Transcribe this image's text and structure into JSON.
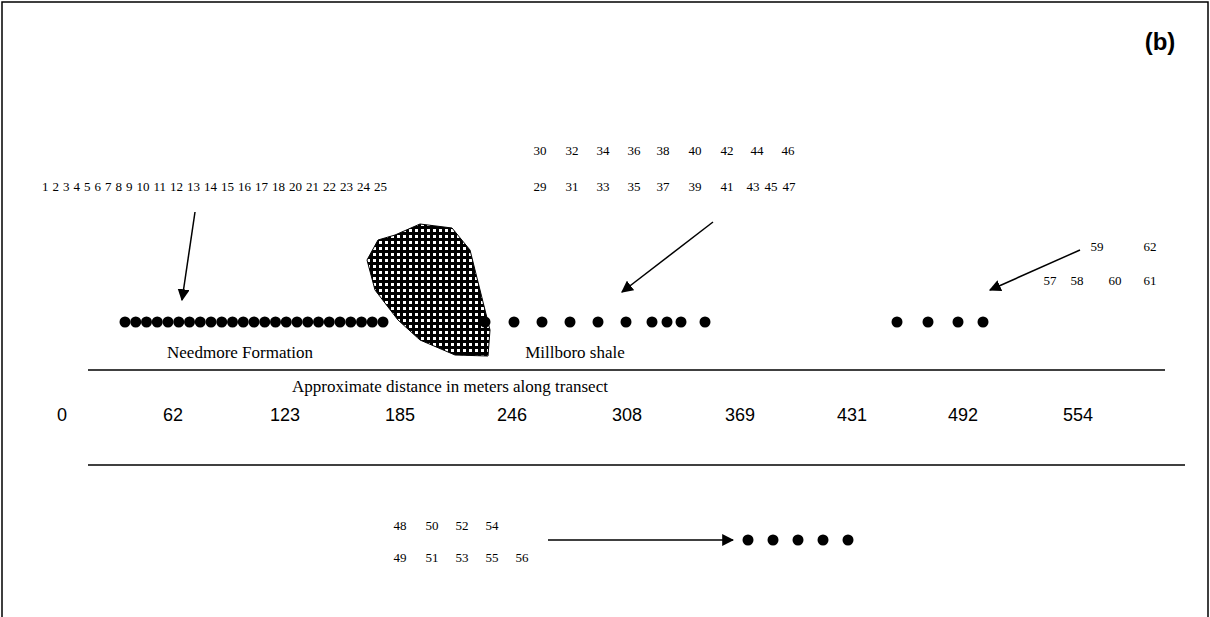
{
  "diagram": {
    "labels": [
      "(b)",
      "30",
      "32",
      "34",
      "36",
      "38",
      "40",
      "42",
      "44",
      "46",
      "1",
      "2",
      "3",
      "4",
      "5",
      "6",
      "7",
      "8",
      "9",
      "10",
      "11",
      "12",
      "13",
      "14",
      "15",
      "16",
      "17",
      "18",
      "20",
      "21",
      "22",
      "23",
      "24",
      "25",
      "29",
      "31",
      "33",
      "35",
      "37",
      "39",
      "41",
      "43",
      "45",
      "47",
      "59",
      "62",
      "57",
      "58",
      "60",
      "61",
      "Needmore Formation",
      "Millboro shale",
      "Approximate distance in meters along transect",
      "0",
      "62",
      "123",
      "185",
      "246",
      "308",
      "369",
      "431",
      "492",
      "554",
      "48",
      "50",
      "52",
      "54",
      "49",
      "51",
      "53",
      "55",
      "56"
    ]
  }
}
